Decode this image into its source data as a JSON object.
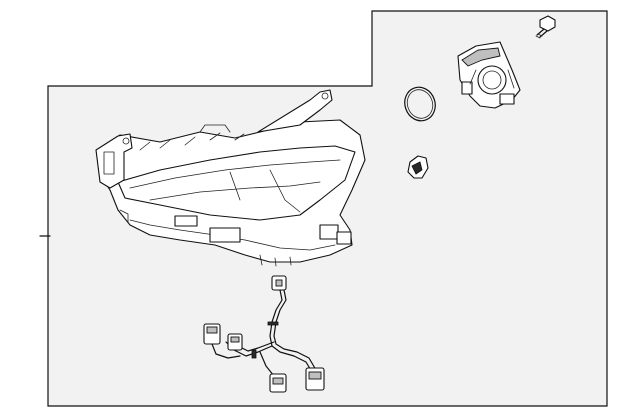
{
  "diagram": {
    "parts": [
      {
        "name": "headlamp-assembly"
      },
      {
        "name": "wiring-harness"
      },
      {
        "name": "mounting-bracket"
      },
      {
        "name": "seal-ring"
      },
      {
        "name": "clip"
      },
      {
        "name": "bolt"
      },
      {
        "name": "leader-line"
      }
    ]
  },
  "colors": {
    "panel_fill": "#f2f2f2",
    "outline": "#111111",
    "background": "#ffffff"
  }
}
